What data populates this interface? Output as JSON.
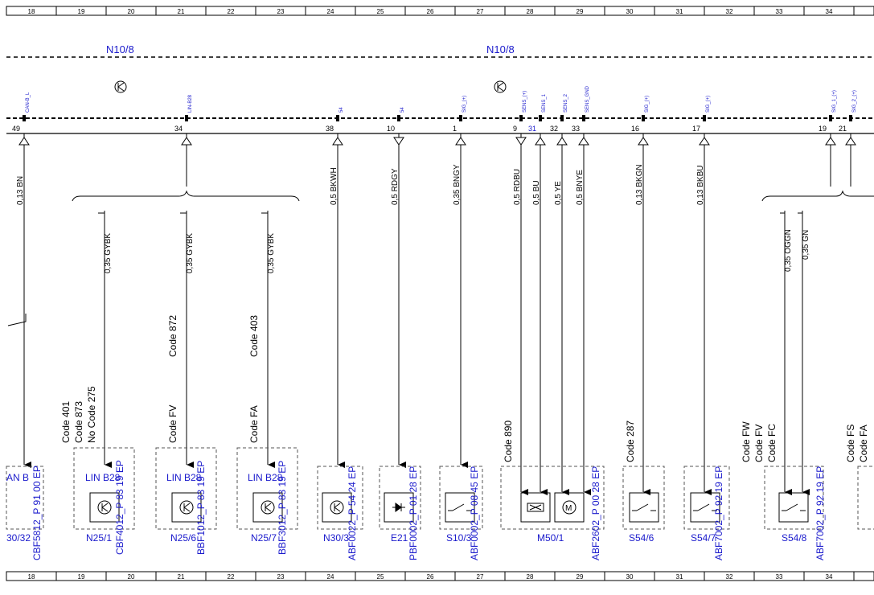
{
  "ruler": {
    "cols": [
      "18",
      "19",
      "20",
      "21",
      "22",
      "23",
      "24",
      "25",
      "26",
      "27",
      "28",
      "29",
      "30",
      "31",
      "32",
      "33",
      "34"
    ]
  },
  "control_unit": {
    "name_left": "N10/8",
    "name_right": "N10/8"
  },
  "pins": [
    {
      "num": "49",
      "signal": "CAN-B_L",
      "wire": "0,13 BN"
    },
    {
      "num": "34",
      "signal": "LIN-B28",
      "wire": ""
    },
    {
      "num": "38",
      "signal": "54",
      "wire": "0,5 BKWH"
    },
    {
      "num": "10",
      "signal": "54",
      "wire": "0,5 RDGY"
    },
    {
      "num": "1",
      "signal": "SIG_(+)",
      "wire": "0,35 BNGY"
    },
    {
      "num": "9",
      "signal": "SENS_(+)",
      "wire": "0,5 RDBU"
    },
    {
      "num": "31",
      "signal": "SENS_1",
      "wire": "0,5 BU"
    },
    {
      "num": "32",
      "signal": "SENS_2",
      "wire": "0,5 YE"
    },
    {
      "num": "33",
      "signal": "SENS_GND",
      "wire": "0,5 BNYE"
    },
    {
      "num": "16",
      "signal": "SIG_(+)",
      "wire": "0,13 BKGN"
    },
    {
      "num": "17",
      "signal": "SIG_(+)",
      "wire": "0,13 BKBU"
    },
    {
      "num": "19",
      "signal": "SIG_1_(+)",
      "wire": ""
    },
    {
      "num": "21",
      "signal": "SIG_2_(+)",
      "wire": ""
    }
  ],
  "branch_wires": {
    "lin1": "0,35 GYBK",
    "lin2": "0,35 GYBK",
    "lin3": "0,35 GYBK",
    "sig1": "0,35 OGGN",
    "sig2": "0,35 GN"
  },
  "codes": {
    "n25_1_a": "Code 401",
    "n25_1_b": "Code 873",
    "n25_1_c": "No Code 275",
    "n25_6_top": "Code 872",
    "n25_6_bot": "Code FV",
    "n25_7_top": "Code 403",
    "n25_7_bot": "Code FA",
    "m50": "Code 890",
    "s54_6": "Code 287",
    "s54_8_a": "Code FW",
    "s54_8_b": "Code FV",
    "s54_8_c": "Code FC",
    "right_a": "Code FS",
    "right_b": "Code FA"
  },
  "components": {
    "c1": {
      "name": "30/32",
      "ref": "CBF5812_P 91 00 EP",
      "bus": "AN B"
    },
    "c2": {
      "name": "N25/1",
      "ref": "CBF4012_P 83 19 EP",
      "bus": "LIN B28"
    },
    "c3": {
      "name": "N25/6",
      "ref": "BBF1012_P 83 19 EP",
      "bus": "LIN B28"
    },
    "c4": {
      "name": "N25/7",
      "ref": "BBF3012_P 83 19 EP",
      "bus": "LIN B28"
    },
    "c5": {
      "name": "N30/3",
      "ref": "ABF0022_P 54 24 EP"
    },
    "c6": {
      "name": "E21",
      "ref": "PBF0002_P 01 28 EP"
    },
    "c7": {
      "name": "S10/3",
      "ref": "ABF0002_P 08 45 EP"
    },
    "c8": {
      "name": "M50/1",
      "ref": "ABF2602_P 00 28 EP"
    },
    "c9": {
      "name": "S54/6",
      "ref": ""
    },
    "c10": {
      "name": "S54/7",
      "ref": "ABF7002_P 92 19 EP"
    },
    "c11": {
      "name": "S54/8",
      "ref": "ABF7002_P 92 19 EP"
    }
  }
}
